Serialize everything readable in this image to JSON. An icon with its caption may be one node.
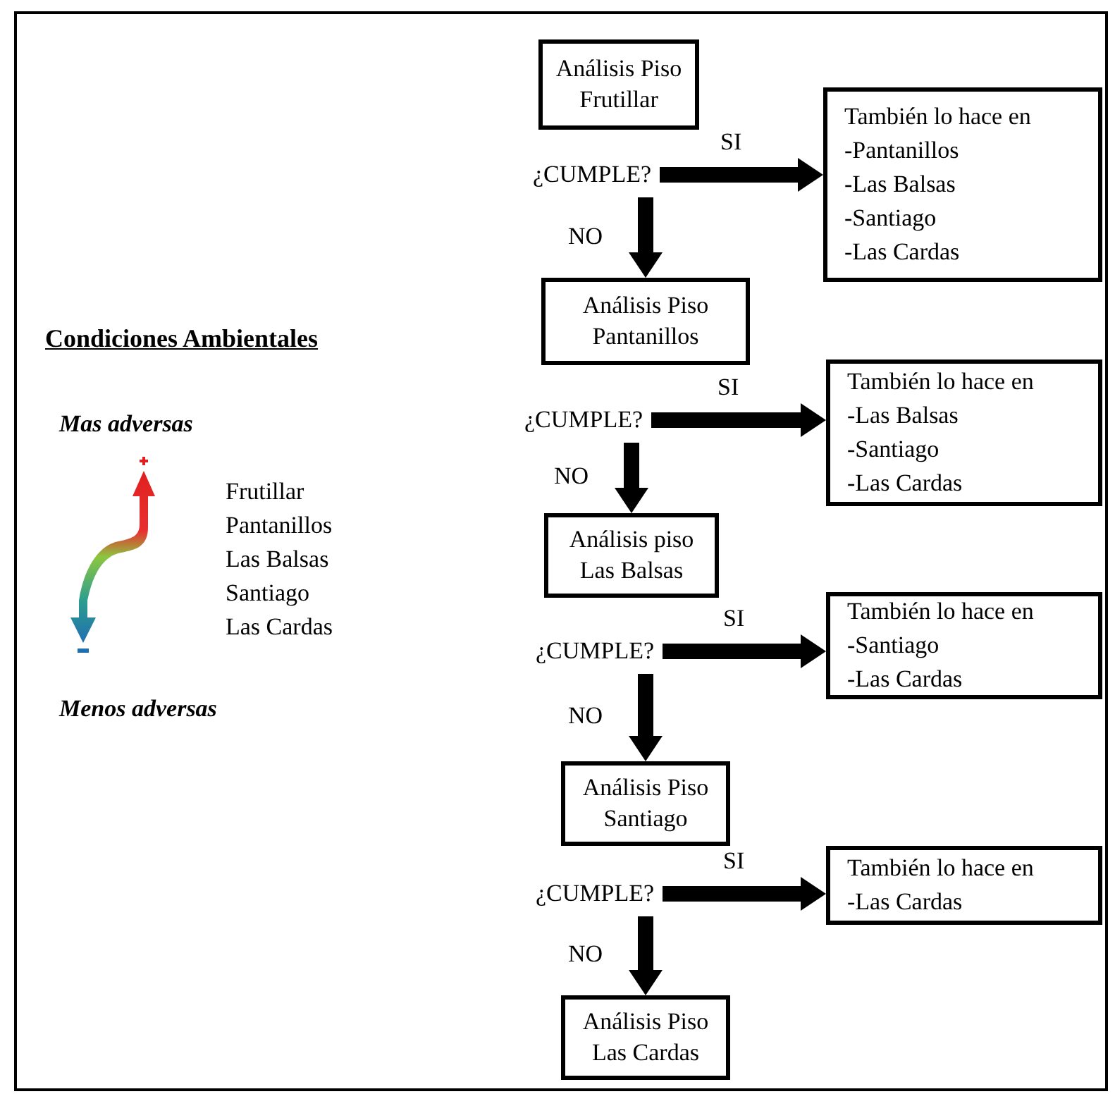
{
  "diagram": {
    "nodes": [
      {
        "text": [
          "Análisis Piso Frutillar"
        ]
      },
      {
        "text": [
          "¿CUMPLE?"
        ]
      },
      {
        "text": [
          "También lo hace en",
          "-Pantanillos",
          "-Las Balsas",
          "-Santiago",
          "-Las Cardas"
        ]
      },
      {
        "text": [
          "Análisis Piso Pantanillos"
        ]
      },
      {
        "text": [
          "¿CUMPLE?"
        ]
      },
      {
        "text": [
          "También lo hace en",
          "-Las Balsas",
          "-Santiago",
          "-Las Cardas"
        ]
      },
      {
        "text": [
          "Análisis piso Las Balsas"
        ]
      },
      {
        "text": [
          "¿CUMPLE?"
        ]
      },
      {
        "text": [
          "También lo hace en",
          "-Santiago",
          "-Las Cardas"
        ]
      },
      {
        "text": [
          "Análisis Piso Santiago"
        ]
      },
      {
        "text": [
          "¿CUMPLE?"
        ]
      },
      {
        "text": [
          "También lo hace en",
          "-Las Cardas"
        ]
      },
      {
        "text": [
          "Análisis Piso Las Cardas"
        ]
      }
    ],
    "edges": [
      {
        "from": 1,
        "to": 2,
        "arrow": "to",
        "label": "SI"
      },
      {
        "from": 1,
        "to": 3,
        "arrow": "to",
        "label": "NO"
      },
      {
        "from": 4,
        "to": 5,
        "arrow": "to",
        "label": "SI"
      },
      {
        "from": 4,
        "to": 6,
        "arrow": "to",
        "label": "NO"
      },
      {
        "from": 7,
        "to": 8,
        "arrow": "to",
        "label": "SI"
      },
      {
        "from": 7,
        "to": 9,
        "arrow": "to",
        "label": "NO"
      },
      {
        "from": 10,
        "to": 11,
        "arrow": "to",
        "label": "SI"
      },
      {
        "from": 10,
        "to": 12,
        "arrow": "to",
        "label": "NO"
      }
    ],
    "labels": [
      "Condiciones Ambientales",
      "Mas adversas",
      "Frutillar",
      "Pantanillos",
      "Las Balsas",
      "Santiago",
      "Las Cardas",
      "Menos adversas"
    ]
  }
}
